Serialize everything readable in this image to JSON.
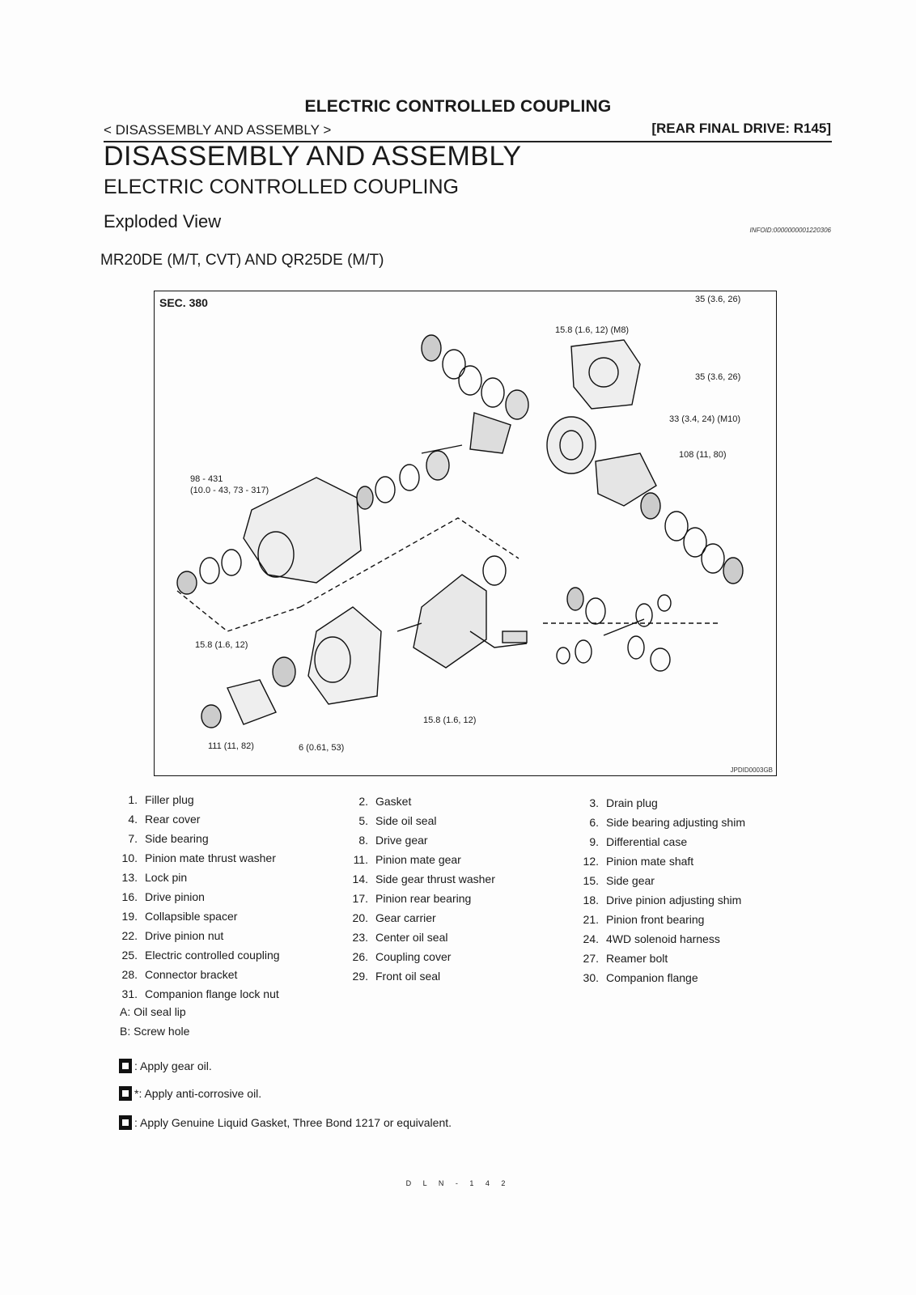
{
  "header": {
    "title": "ELECTRIC CONTROLLED COUPLING",
    "left": "< DISASSEMBLY AND ASSEMBLY >",
    "right": "[REAR FINAL DRIVE: R145]"
  },
  "section": {
    "h1": "DISASSEMBLY AND ASSEMBLY",
    "h2": "ELECTRIC CONTROLLED COUPLING",
    "h3": "Exploded View",
    "infoid": "INFOID:0000000001220306",
    "subtitle": "MR20DE (M/T, CVT) AND QR25DE (M/T)"
  },
  "diagram": {
    "sec": "SEC. 380",
    "code": "JPDID0003GB",
    "labels": {
      "t1": "35 (3.6, 26)",
      "t2": "15.8 (1.6, 12) (M8)",
      "t3": "35 (3.6, 26)",
      "t4": "33 (3.4, 24) (M10)",
      "t5": "108 (11, 80)",
      "t6": "98 - 431",
      "t7": "(10.0 - 43, 73 - 317)",
      "t8": "15.8 (1.6, 12)",
      "t9": "15.8 (1.6, 12)",
      "t10": "111 (11, 82)",
      "t11": "6 (0.61, 53)"
    }
  },
  "legend": [
    {
      "n": "1.",
      "t": "Filler plug"
    },
    {
      "n": "2.",
      "t": "Gasket"
    },
    {
      "n": "3.",
      "t": "Drain plug"
    },
    {
      "n": "4.",
      "t": "Rear cover"
    },
    {
      "n": "5.",
      "t": "Side oil seal"
    },
    {
      "n": "6.",
      "t": "Side bearing adjusting shim"
    },
    {
      "n": "7.",
      "t": "Side bearing"
    },
    {
      "n": "8.",
      "t": "Drive gear"
    },
    {
      "n": "9.",
      "t": "Differential case"
    },
    {
      "n": "10.",
      "t": "Pinion mate thrust washer"
    },
    {
      "n": "11.",
      "t": "Pinion mate gear"
    },
    {
      "n": "12.",
      "t": "Pinion mate shaft"
    },
    {
      "n": "13.",
      "t": "Lock pin"
    },
    {
      "n": "14.",
      "t": "Side gear thrust washer"
    },
    {
      "n": "15.",
      "t": "Side gear"
    },
    {
      "n": "16.",
      "t": "Drive pinion"
    },
    {
      "n": "17.",
      "t": "Pinion rear bearing"
    },
    {
      "n": "18.",
      "t": "Drive pinion adjusting shim"
    },
    {
      "n": "19.",
      "t": "Collapsible spacer"
    },
    {
      "n": "20.",
      "t": "Gear carrier"
    },
    {
      "n": "21.",
      "t": "Pinion front bearing"
    },
    {
      "n": "22.",
      "t": "Drive pinion nut"
    },
    {
      "n": "23.",
      "t": "Center oil seal"
    },
    {
      "n": "24.",
      "t": "4WD solenoid harness"
    },
    {
      "n": "25.",
      "t": "Electric controlled coupling"
    },
    {
      "n": "26.",
      "t": "Coupling cover"
    },
    {
      "n": "27.",
      "t": "Reamer bolt"
    },
    {
      "n": "28.",
      "t": "Connector bracket"
    },
    {
      "n": "29.",
      "t": "Front oil seal"
    },
    {
      "n": "30.",
      "t": "Companion flange"
    },
    {
      "n": "31.",
      "t": "Companion flange lock nut"
    }
  ],
  "legend_letters": [
    "A: Oil seal lip",
    "B: Screw hole"
  ],
  "notes": [
    ": Apply gear oil.",
    "*: Apply anti-corrosive oil.",
    ": Apply Genuine Liquid Gasket, Three Bond 1217 or equivalent."
  ],
  "footer": "D L N - 1 4 2"
}
